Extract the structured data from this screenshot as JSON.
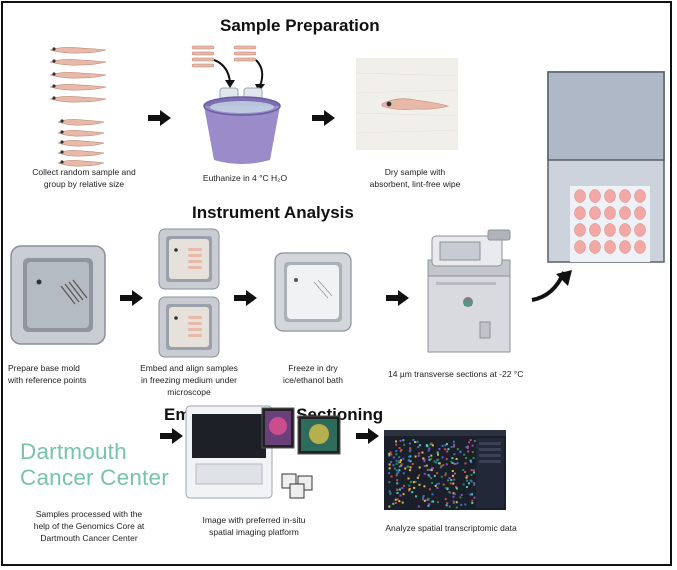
{
  "sections": {
    "sample_preparation": "Sample Preparation",
    "instrument_analysis": "Instrument Analysis",
    "embedding_sectioning": "Embedding and Sectioning"
  },
  "captions": {
    "collect": [
      "Collect random sample and",
      "group by relative size"
    ],
    "euthanize": "Euthanize in 4 °C H₂O",
    "dry": [
      "Dry sample with",
      "absorbent, lint-free wipe"
    ],
    "prepare": [
      "Prepare base mold",
      "with reference points"
    ],
    "embed": [
      "Embed and align samples",
      "in freezing medium under",
      "microscope"
    ],
    "freeze": [
      "Freeze in dry",
      "ice/ethanol bath"
    ],
    "section": "14 µm transverse sections at -22 °C",
    "processed": [
      "Samples processed with the",
      "help of the Genomics Core at",
      "Dartmouth Cancer Center"
    ],
    "image": [
      "Image with preferred in-situ",
      "spatial imaging platform"
    ],
    "analyze": "Analyze spatial transcriptomic data"
  },
  "logo": {
    "line1": "Dartmouth",
    "line2": "Cancer Center",
    "color": "#76c4a9"
  },
  "colors": {
    "border": "#111111",
    "larva": "#e8b9a8",
    "bucket": "#9a8bc9",
    "mold": "#c9cdd3",
    "arrow": "#111111",
    "cryostat": "#d9dadf",
    "slide_spots": "#f2a9a5"
  }
}
